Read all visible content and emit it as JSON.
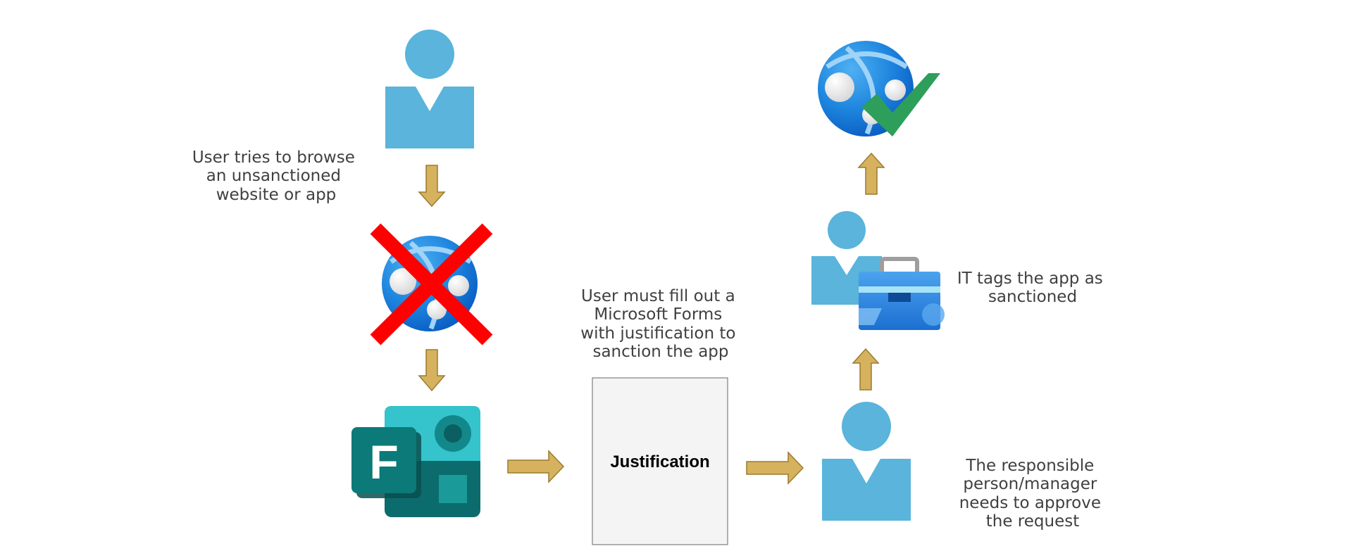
{
  "captions": {
    "user_browse": [
      "User tries to browse",
      "an unsanctioned",
      "website or app"
    ],
    "fill_form": [
      "User must fill out a",
      "Microsoft Forms",
      "with justification to",
      "sanction the app"
    ],
    "approve": [
      "The responsible",
      "person/manager",
      "needs to approve",
      "the request"
    ],
    "it_tags": [
      "IT tags the app as",
      "sanctioned"
    ]
  },
  "justification_box": {
    "label": "Justification"
  },
  "icons": {
    "user_top": "user-icon",
    "blocked_site": "blocked-website-icon",
    "forms": "microsoft-forms-icon",
    "manager": "manager-user-icon",
    "it_admin": "it-admin-toolbox-icon",
    "sanctioned_site": "sanctioned-website-icon"
  },
  "colors": {
    "person": "#5ab4db",
    "arrow_fill": "#d6b25e",
    "arrow_stroke": "#9a7b2e",
    "block_cross": "#ff0000",
    "check": "#2e9e5b",
    "forms_dark": "#0b7a78",
    "forms_light": "#35c3cc"
  }
}
